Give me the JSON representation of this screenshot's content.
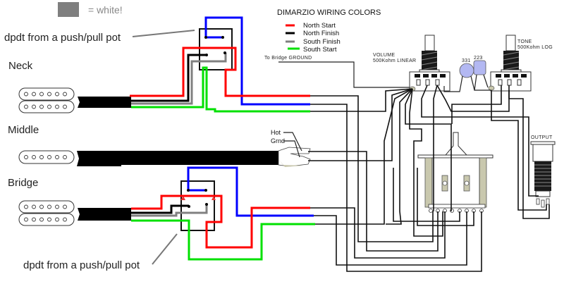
{
  "legend_note": {
    "swatch_color": "#7f7f7f",
    "text": "= white!"
  },
  "wiring_legend": {
    "title": "DIMARZIO WIRING COLORS",
    "items": [
      {
        "label": "North Start",
        "color": "#ff0000"
      },
      {
        "label": "North Finish",
        "color": "#000000"
      },
      {
        "label": "South Finish",
        "color": "#808080"
      },
      {
        "label": "South Start",
        "color": "#00e000"
      }
    ]
  },
  "annotations": {
    "dpdt_top": "dpdt from a push/pull pot",
    "dpdt_bottom": "dpdt from a push/pull pot",
    "to_bridge_ground": "To Bridge GROUND",
    "hot": "Hot",
    "grnd": "Grnd"
  },
  "pickups": [
    {
      "name": "Neck",
      "type": "humbucker"
    },
    {
      "name": "Middle",
      "type": "single-coil"
    },
    {
      "name": "Bridge",
      "type": "humbucker"
    }
  ],
  "pots": {
    "volume": {
      "line1": "VOLUME",
      "line2": "500Kohm LINEAR"
    },
    "tone": {
      "line1": "TONE",
      "line2": "500Kohm LOG"
    }
  },
  "capacitors": [
    {
      "label": "331",
      "color": "#b3b8f2"
    },
    {
      "label": "223",
      "color": "#b3b8f2"
    }
  ],
  "output_jack": {
    "label": "OUTPUT"
  },
  "colors": {
    "red": "#ff0000",
    "black": "#000000",
    "gray": "#808080",
    "green": "#00e000",
    "blue": "#0000ff",
    "switch_rail": "#c9c8ae"
  }
}
